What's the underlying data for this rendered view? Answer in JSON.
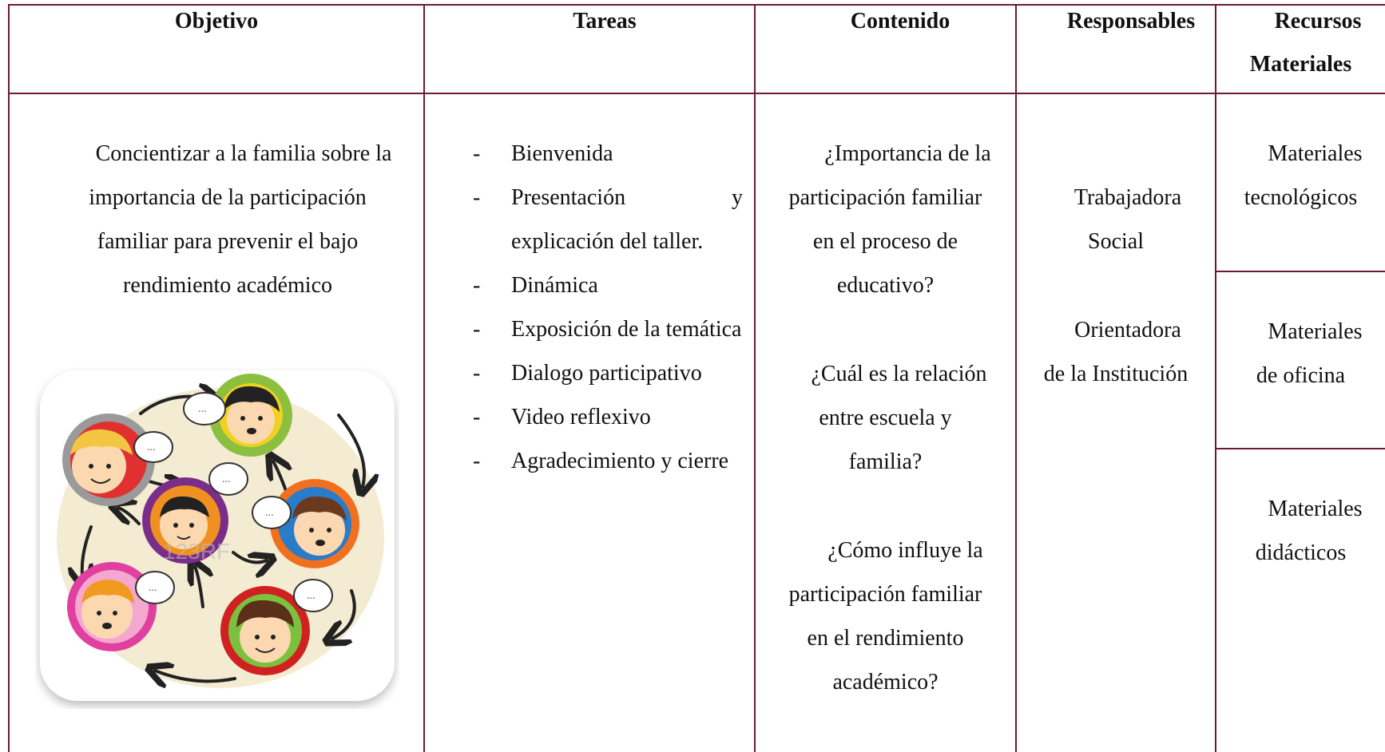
{
  "headers": {
    "objetivo": "Objetivo",
    "tareas": "Tareas",
    "contenido": "Contenido",
    "responsables": "Responsables",
    "recursos": [
      "Recursos",
      "Materiales"
    ]
  },
  "objetivo": {
    "lines": [
      "Concientizar a la familia sobre la",
      "importancia de la participación",
      "familiar para prevenir el bajo",
      "rendimiento académico"
    ],
    "illustration_icon": "family-participation-illustration",
    "watermark": "123RF"
  },
  "tareas": [
    {
      "text": "Bienvenida"
    },
    {
      "text": "Presentación y explicación del taller."
    },
    {
      "text": "Dinámica"
    },
    {
      "text": "Exposición de la temática"
    },
    {
      "text": "Dialogo participativo"
    },
    {
      "text": "Video reflexivo"
    },
    {
      "text": "Agradecimiento y cierre"
    }
  ],
  "tareas_bullet": "-",
  "contenido": {
    "q1": [
      "¿Importancia de la",
      "participación familiar",
      "en el proceso de",
      "educativo?"
    ],
    "q2": [
      "¿Cuál es la relación",
      "entre escuela y",
      "familia?"
    ],
    "q3": [
      "¿Cómo influye la",
      "participación familiar",
      "en el rendimiento",
      "académico?"
    ]
  },
  "responsables": {
    "r1": [
      "Trabajadora",
      "Social"
    ],
    "r2": [
      "Orientadora",
      "de la Institución"
    ]
  },
  "recursos": {
    "m1": [
      "Materiales",
      "tecnológicos"
    ],
    "m2": [
      "Materiales",
      "de oficina"
    ],
    "m3": [
      "Materiales",
      "didácticos"
    ]
  },
  "colors": {
    "border": "#6b1b33"
  }
}
